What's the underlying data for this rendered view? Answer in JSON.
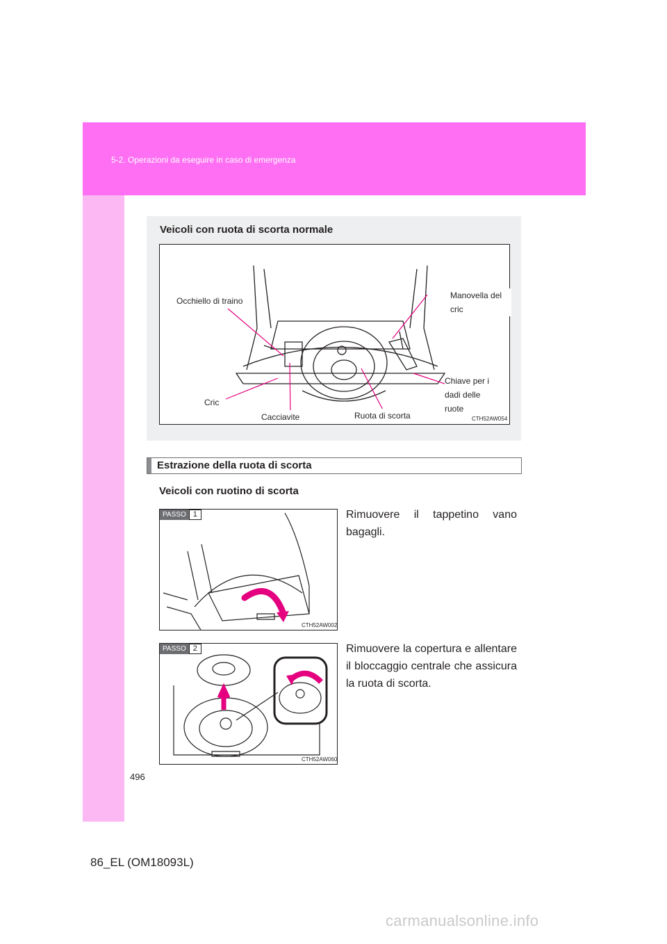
{
  "header": {
    "section": "5-2. Operazioni da eseguire in caso di emergenza"
  },
  "page_number": "496",
  "footer": {
    "code": "86_EL (OM18093L)",
    "watermark": "carmanualsonline.info"
  },
  "panel": {
    "title": "Veicoli con ruota di scorta normale",
    "figure_code": "CTH52AW054",
    "callouts": {
      "towing_eye": "Occhiello di traino",
      "jack_handle": "Manovella del cric",
      "wheel_nut_wrench": "Chiave per i dadi delle ruote",
      "jack": "Cric",
      "screwdriver": "Cacciavite",
      "spare_tire": "Ruota di scorta"
    }
  },
  "section": {
    "title": "Estrazione della ruota di scorta"
  },
  "subsection": {
    "title": "Veicoli con ruotino di scorta"
  },
  "steps": [
    {
      "badge": "PASSO",
      "number": "1",
      "text": "Rimuovere il tappetino vano bagagli.",
      "figure_code": "CTH52AW002"
    },
    {
      "badge": "PASSO",
      "number": "2",
      "text": "Rimuovere la copertura e allentare il bloccaggio centrale che assicura la ruota di scorta.",
      "figure_code": "CTH52AW060"
    }
  ]
}
